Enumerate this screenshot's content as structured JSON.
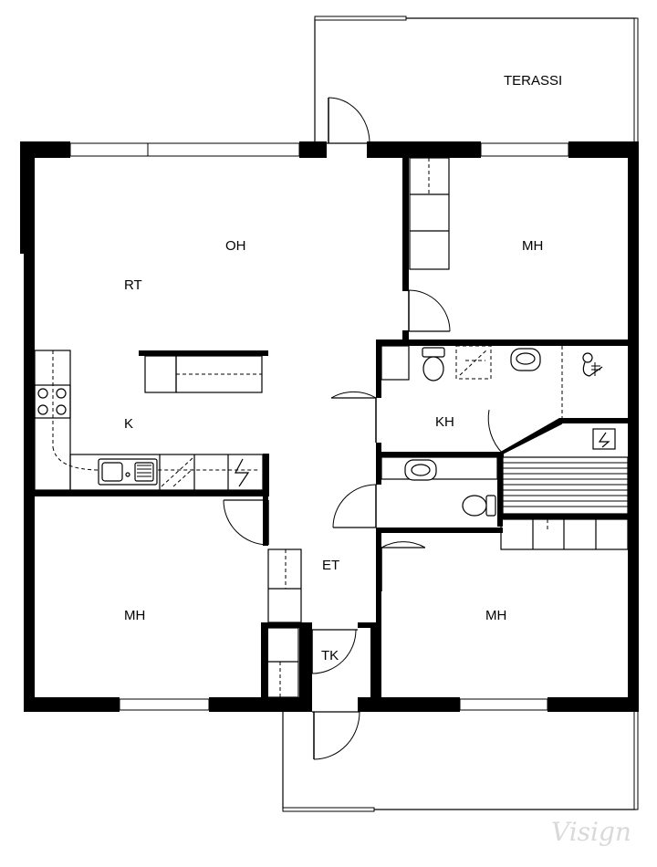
{
  "rooms": {
    "terassi": "TERASSI",
    "oh": "OH",
    "rt": "RT",
    "k": "K",
    "mh_ne": "MH",
    "kh": "KH",
    "mh_w": "MH",
    "et": "ET",
    "tk": "TK",
    "mh_se": "MH"
  },
  "watermark": "Visign"
}
